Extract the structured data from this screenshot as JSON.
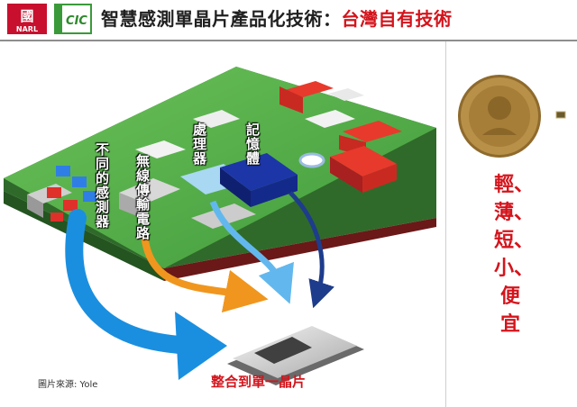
{
  "header": {
    "logo_left_text": "NARL",
    "logo_right_text": "CIC",
    "title_main": "智慧感測單晶片產品化技術：",
    "title_accent": "台灣自有技術"
  },
  "diagram": {
    "labels": {
      "sensors": "不同的感測器",
      "wireless": "無線傳輸電路",
      "processor": "處理器",
      "memory": "記憶體"
    },
    "caption": "整合到單一晶片",
    "credit": "圖片來源: Yole"
  },
  "side": {
    "features": "輕、\n薄、\n短、\n小、\n便宜"
  },
  "colors": {
    "accent_red": "#d4141c",
    "arrow_blue": "#1a8fe0",
    "arrow_orange": "#f0961e",
    "arrow_lightblue": "#62b8ee",
    "arrow_navy": "#1e3c8c",
    "board_green": "#58b047"
  }
}
